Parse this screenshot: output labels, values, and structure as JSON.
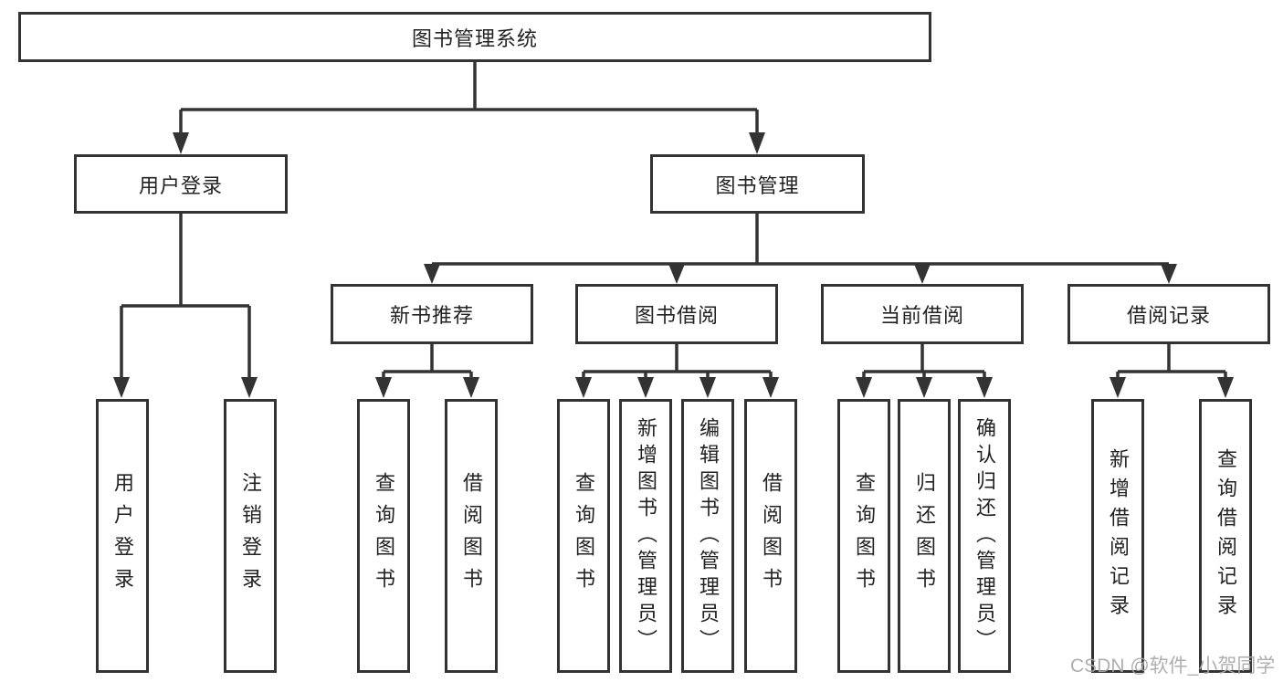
{
  "diagram": {
    "root": {
      "label": "图书管理系统"
    },
    "branches": [
      {
        "label": "用户登录",
        "children": [
          {
            "label": "用户登录"
          },
          {
            "label": "注销登录"
          }
        ]
      },
      {
        "label": "图书管理",
        "children": [
          {
            "label": "新书推荐",
            "children": [
              {
                "label": "查询图书"
              },
              {
                "label": "借阅图书"
              }
            ]
          },
          {
            "label": "图书借阅",
            "children": [
              {
                "label": "查询图书"
              },
              {
                "label": "新增图书（管理员）"
              },
              {
                "label": "编辑图书（管理员）"
              },
              {
                "label": "借阅图书"
              }
            ]
          },
          {
            "label": "当前借阅",
            "children": [
              {
                "label": "查询图书"
              },
              {
                "label": "归还图书"
              },
              {
                "label": "确认归还（管理员）"
              }
            ]
          },
          {
            "label": "借阅记录",
            "children": [
              {
                "label": "新增借阅记录"
              },
              {
                "label": "查询借阅记录"
              }
            ]
          }
        ]
      }
    ]
  },
  "watermark": {
    "text": "CSDN @软件_小贺同学"
  },
  "colors": {
    "line": "#333333",
    "box_border": "#333333",
    "box_background": "#ffffff",
    "text": "#222222",
    "watermark": "#a8a8a8",
    "page_background": "#ffffff"
  }
}
